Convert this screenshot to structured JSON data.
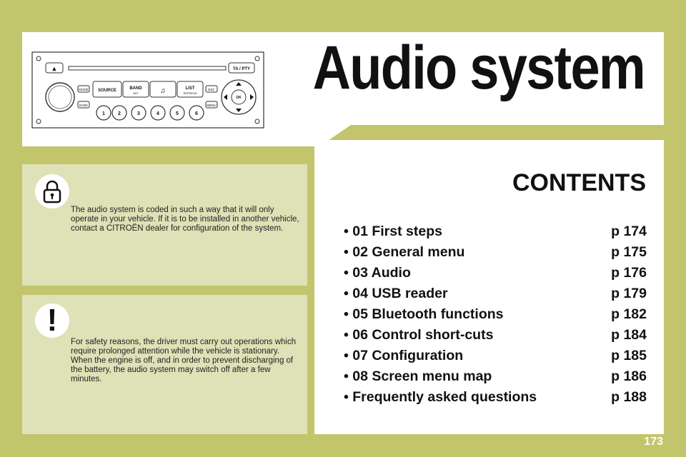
{
  "title": "Audio system",
  "radio": {
    "eject_symbol": "▲",
    "ta_pty_label": "TA / PTY",
    "mode_label": "MODE",
    "dark_label": "DARK",
    "source_label": "SOURCE",
    "band_label": "BAND",
    "band_sub_label": "AST",
    "music_symbol": "♫",
    "list_label": "LIST",
    "list_sub_label": "REFRESH",
    "esc_label": "ESC",
    "menu_label": "MENU",
    "ok_label": "OK",
    "presets": [
      "1",
      "2",
      "3",
      "4",
      "5",
      "6"
    ]
  },
  "notice_lock": {
    "icon": "padlock-icon",
    "text": "The audio system is coded in such a way that it will only operate in your vehicle. If it is to be installed in another vehicle, contact a CITROËN dealer for configuration of the system."
  },
  "notice_warning": {
    "icon": "exclamation-icon",
    "symbol": "!",
    "text1": "For safety reasons, the driver must carry out operations which require prolonged attention while the vehicle is stationary.",
    "text2": "When the engine is off, and in order to prevent discharging of the battery, the audio system may switch off after a few minutes."
  },
  "contents": {
    "heading": "CONTENTS",
    "items": [
      {
        "label": "• 01 First steps",
        "page": "p 174"
      },
      {
        "label": "• 02 General menu",
        "page": "p 175"
      },
      {
        "label": "• 03 Audio",
        "page": "p 176"
      },
      {
        "label": "• 04 USB reader",
        "page": "p 179"
      },
      {
        "label": "• 05 Bluetooth functions",
        "page": "p 182"
      },
      {
        "label": "• 06 Control short-cuts",
        "page": "p 184"
      },
      {
        "label": "• 07 Configuration",
        "page": "p 185"
      },
      {
        "label": "• 08 Screen menu map",
        "page": "p 186"
      },
      {
        "label": "• Frequently asked questions",
        "page": "p 188"
      }
    ]
  },
  "page_number": "173",
  "colors": {
    "background": "#c3c56c",
    "box_fill": "#dfe1b6",
    "panel": "#ffffff"
  }
}
